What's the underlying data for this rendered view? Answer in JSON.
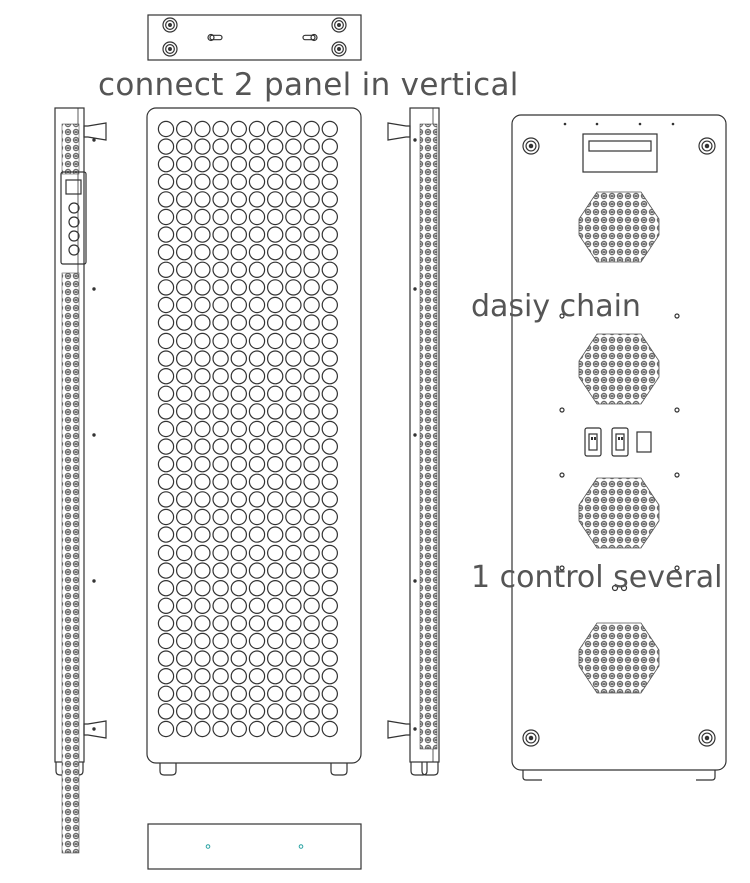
{
  "captions": {
    "vertical": "connect 2 panel in vertical",
    "daisy": "dasiy chain",
    "control": "1 control several"
  },
  "colors": {
    "line": "#333333",
    "text": "#555555",
    "led_dark": "#555555",
    "accent_dot": "#2aa3a3"
  },
  "icons": {
    "mount_screw": "screw-hole-icon",
    "keyhole": "keyhole-slot-icon",
    "power_socket": "iec-power-socket-icon",
    "power_switch": "rocker-switch-icon",
    "fan": "cooling-fan-grille-icon"
  }
}
